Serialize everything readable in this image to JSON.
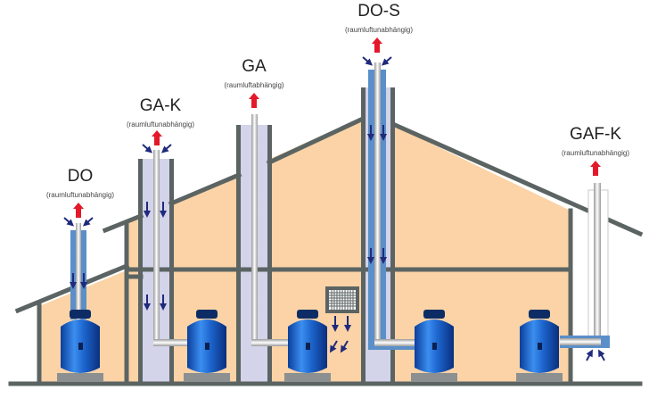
{
  "systems": [
    {
      "name": "DO",
      "note": "(raumluftunabhängig)"
    },
    {
      "name": "GA-K",
      "note": "(raumluftunabhängig)"
    },
    {
      "name": "GA",
      "note": "(raumluftabhängig)"
    },
    {
      "name": "DO-S",
      "note": "(raumluftunabhängig)"
    },
    {
      "name": "GAF-K",
      "note": "(raumluftunabhängig)"
    }
  ],
  "colors": {
    "wall": "#5b6463",
    "interior": "#fbd3a6",
    "chimney": "#d3d3ea",
    "air_duct": "#5b8fc9",
    "exhaust_arrow": "#e3192a",
    "intake_arrow": "#1f2a7c",
    "boiler": "#1f6fd0"
  }
}
